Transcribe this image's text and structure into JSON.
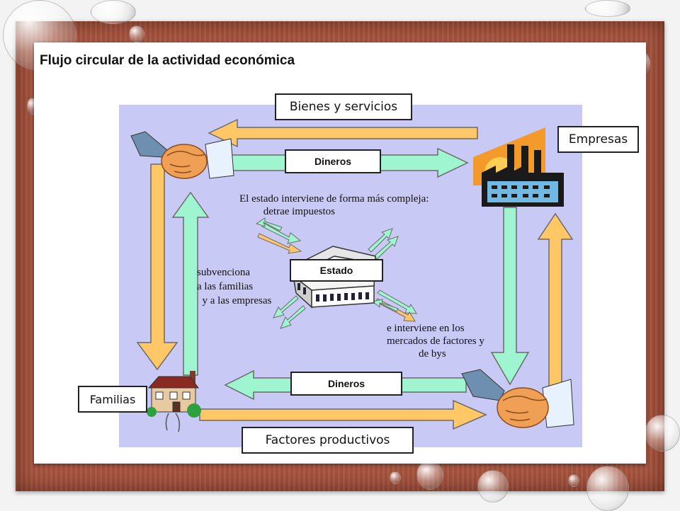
{
  "title": "Flujo circular de la actividad económica",
  "labels": {
    "bienes": "Bienes y servicios",
    "empresas": "Empresas",
    "dineros_top": "Dineros",
    "dineros_bottom": "Dineros",
    "familias": "Familias",
    "factores": "Factores productivos",
    "estado": "Estado"
  },
  "notes": {
    "estado_interviene": "El estado interviene de forma más compleja:\n         detrae impuestos",
    "subvenciona": "subvenciona\na las familias\n  y a las empresas",
    "mercados": "e interviene en los\nmercados de factores y\n            de bys"
  },
  "colors": {
    "frame": "#a8553f",
    "diagram_background": "#c9c9f5",
    "money_flow": "#9ff5cf",
    "goods_flow": "#ffc766",
    "outline": "#5a5a5a"
  },
  "icons": {
    "handshake": "handshake-icon",
    "factory": "factory-icon",
    "house": "house-icon",
    "government_building": "government-building-icon"
  }
}
